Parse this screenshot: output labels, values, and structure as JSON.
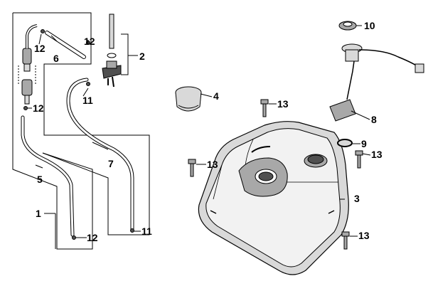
{
  "diagram": {
    "colors": {
      "ink": "#000000",
      "light": "#d9d9d9",
      "mid": "#a8a8a8",
      "dark": "#505050",
      "paper": "#ffffff"
    },
    "callouts": [
      {
        "id": "c1",
        "text": "1"
      },
      {
        "id": "c2",
        "text": "2"
      },
      {
        "id": "c3",
        "text": "3"
      },
      {
        "id": "c4",
        "text": "4"
      },
      {
        "id": "c5",
        "text": "5"
      },
      {
        "id": "c6",
        "text": "6"
      },
      {
        "id": "c7",
        "text": "7"
      },
      {
        "id": "c8",
        "text": "8"
      },
      {
        "id": "c9",
        "text": "9"
      },
      {
        "id": "c10",
        "text": "10"
      },
      {
        "id": "c11a",
        "text": "11"
      },
      {
        "id": "c11b",
        "text": "11"
      },
      {
        "id": "c12a",
        "text": "12"
      },
      {
        "id": "c12b",
        "text": "12"
      },
      {
        "id": "c12c",
        "text": "12"
      },
      {
        "id": "c12d",
        "text": "12"
      },
      {
        "id": "c13a",
        "text": "13"
      },
      {
        "id": "c13b",
        "text": "13"
      },
      {
        "id": "c13c",
        "text": "13"
      },
      {
        "id": "c13d",
        "text": "13"
      }
    ]
  }
}
